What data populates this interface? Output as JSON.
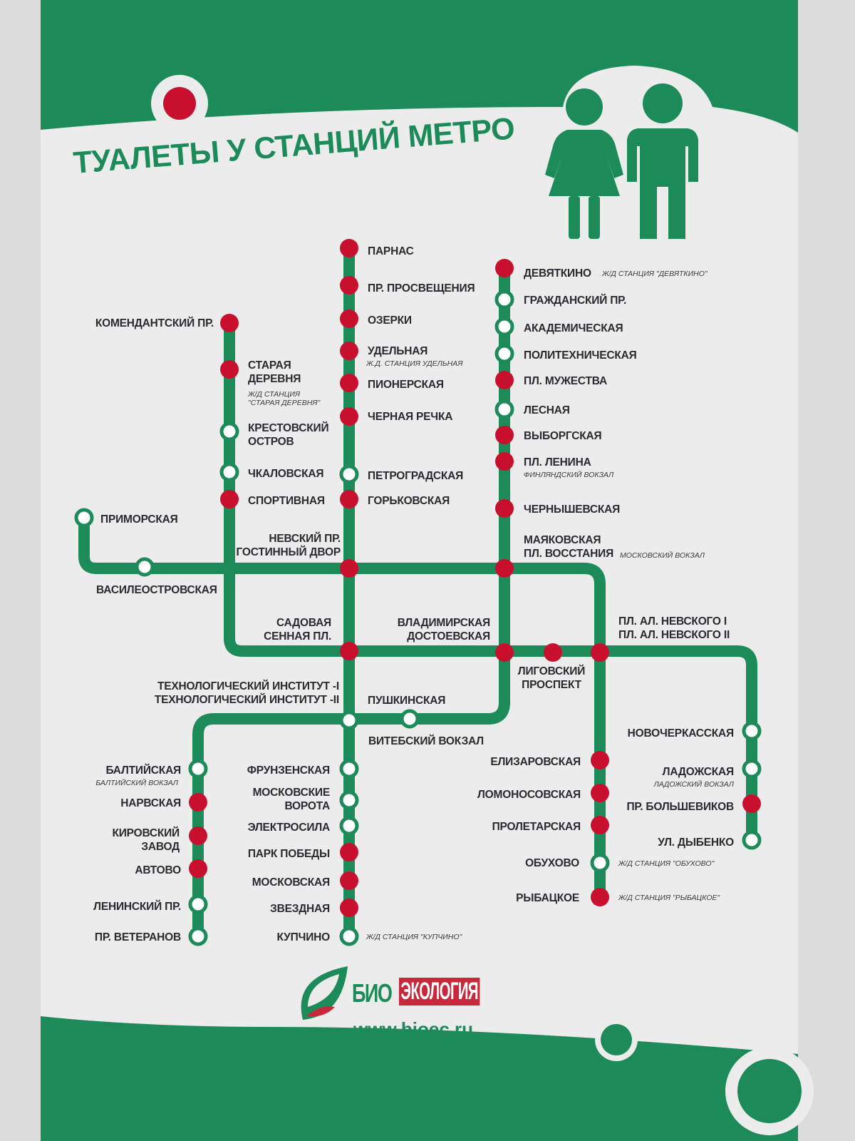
{
  "title": "ТУАЛЕТЫ У СТАНЦИЙ МЕТРО",
  "legend_meaning": {
    "toilet": "red-dot",
    "no_toilet": "open-circle"
  },
  "colors": {
    "green": "#1d8a5a",
    "red": "#c8102e",
    "panel": "#ececec"
  },
  "stations": [
    {
      "name": "КОМЕНДАНТСКИЙ ПР.",
      "toilet": true
    },
    {
      "name": "СТАРАЯ\nДЕРЕВНЯ",
      "note": "Ж/Д СТАНЦИЯ\n\"СТАРАЯ ДЕРЕВНЯ\"",
      "toilet": true
    },
    {
      "name": "КРЕСТОВСКИЙ\nОСТРОВ",
      "toilet": false
    },
    {
      "name": "ЧКАЛОВСКАЯ",
      "toilet": false
    },
    {
      "name": "СПОРТИВНАЯ",
      "toilet": true
    },
    {
      "name": "ПАРНАС",
      "toilet": true
    },
    {
      "name": "ПР. ПРОСВЕЩЕНИЯ",
      "toilet": true
    },
    {
      "name": "ОЗЕРКИ",
      "toilet": true
    },
    {
      "name": "УДЕЛЬНАЯ",
      "note": "Ж.Д. СТАНЦИЯ УДЕЛЬНАЯ",
      "toilet": true
    },
    {
      "name": "ПИОНЕРСКАЯ",
      "toilet": true
    },
    {
      "name": "ЧЕРНАЯ РЕЧКА",
      "toilet": true
    },
    {
      "name": "ПЕТРОГРАДСКАЯ",
      "toilet": false
    },
    {
      "name": "ГОРЬКОВСКАЯ",
      "toilet": true
    },
    {
      "name": "НЕВСКИЙ ПР.\nГОСТИННЫЙ ДВОР",
      "toilet": true
    },
    {
      "name": "САДОВАЯ\nСЕННАЯ ПЛ.",
      "toilet": true
    },
    {
      "name": "ТЕХНОЛОГИЧЕСКИЙ ИНСТИТУТ -I\nТЕХНОЛОГИЧЕСКИЙ ИНСТИТУТ -II",
      "toilet": false
    },
    {
      "name": "ФРУНЗЕНСКАЯ",
      "toilet": false
    },
    {
      "name": "МОСКОВСКИЕ\nВОРОТА",
      "toilet": false
    },
    {
      "name": "ЭЛЕКТРОСИЛА",
      "toilet": false
    },
    {
      "name": "ПАРК ПОБЕДЫ",
      "toilet": true
    },
    {
      "name": "МОСКОВСКАЯ",
      "toilet": true
    },
    {
      "name": "ЗВЕЗДНАЯ",
      "toilet": true
    },
    {
      "name": "КУПЧИНО",
      "note": "Ж/Д СТАНЦИЯ \"КУПЧИНО\"",
      "toilet": false
    },
    {
      "name": "ДЕВЯТКИНО",
      "note": "Ж/Д СТАНЦИЯ \"ДЕВЯТКИНО\"",
      "toilet": true
    },
    {
      "name": "ГРАЖДАНСКИЙ ПР.",
      "toilet": false
    },
    {
      "name": "АКАДЕМИЧЕСКАЯ",
      "toilet": false
    },
    {
      "name": "ПОЛИТЕХНИЧЕСКАЯ",
      "toilet": false
    },
    {
      "name": "ПЛ. МУЖЕСТВА",
      "toilet": true
    },
    {
      "name": "ЛЕСНАЯ",
      "toilet": false
    },
    {
      "name": "ВЫБОРГСКАЯ",
      "toilet": true
    },
    {
      "name": "ПЛ. ЛЕНИНА",
      "note": "ФИНЛЯНДСКИЙ ВОКЗАЛ",
      "toilet": true
    },
    {
      "name": "ЧЕРНЫШЕВСКАЯ",
      "toilet": true
    },
    {
      "name": "МАЯКОВСКАЯ\nПЛ. ВОССТАНИЯ",
      "note": "МОСКОВСКИЙ ВОКЗАЛ",
      "toilet": true
    },
    {
      "name": "ВЛАДИМИРСКАЯ\nДОСТОЕВСКАЯ",
      "toilet": true
    },
    {
      "name": "ПУШКИНСКАЯ",
      "toilet": false
    },
    {
      "name": "БАЛТИЙСКАЯ",
      "note": "БАЛТИЙСКИЙ ВОКЗАЛ",
      "toilet": false
    },
    {
      "name": "НАРВСКАЯ",
      "toilet": true
    },
    {
      "name": "КИРОВСКИЙ\nЗАВОД",
      "toilet": true
    },
    {
      "name": "АВТОВО",
      "toilet": true
    },
    {
      "name": "ЛЕНИНСКИЙ ПР.",
      "toilet": false
    },
    {
      "name": "ПР. ВЕТЕРАНОВ",
      "toilet": false
    },
    {
      "name": "ПРИМОРСКАЯ",
      "toilet": false
    },
    {
      "name": "ВАСИЛЕОСТРОВСКАЯ",
      "toilet": false
    },
    {
      "name": "ПЛ. АЛ. НЕВСКОГО I\nПЛ. АЛ. НЕВСКОГО II",
      "toilet": true
    },
    {
      "name": "ЕЛИЗАРОВСКАЯ",
      "toilet": true
    },
    {
      "name": "ЛОМОНОСОВСКАЯ",
      "toilet": true
    },
    {
      "name": "ПРОЛЕТАРСКАЯ",
      "toilet": true
    },
    {
      "name": "ОБУХОВО",
      "note": "Ж/Д СТАНЦИЯ \"ОБУХОВО\"",
      "toilet": false
    },
    {
      "name": "РЫБАЦКОЕ",
      "note": "Ж/Д СТАНЦИЯ \"РЫБАЦКОЕ\"",
      "toilet": true
    },
    {
      "name": "ЛИГОВСКИЙ\nПРОСПЕКТ",
      "toilet": true
    },
    {
      "name": "НОВОЧЕРКАССКАЯ",
      "toilet": false
    },
    {
      "name": "ЛАДОЖСКАЯ",
      "note": "ЛАДОЖСКИЙ ВОКЗАЛ",
      "toilet": false
    },
    {
      "name": "ПР. БОЛЬШЕВИКОВ",
      "toilet": true
    },
    {
      "name": "УЛ. ДЫБЕНКО",
      "toilet": false
    }
  ],
  "extra_labels": {
    "vitebsky": "ВИТЕБСКИЙ ВОКЗАЛ"
  },
  "logo": {
    "bio": "БИО",
    "eco": "ЭКОЛОГИЯ",
    "url": "www.bioec.ru"
  }
}
